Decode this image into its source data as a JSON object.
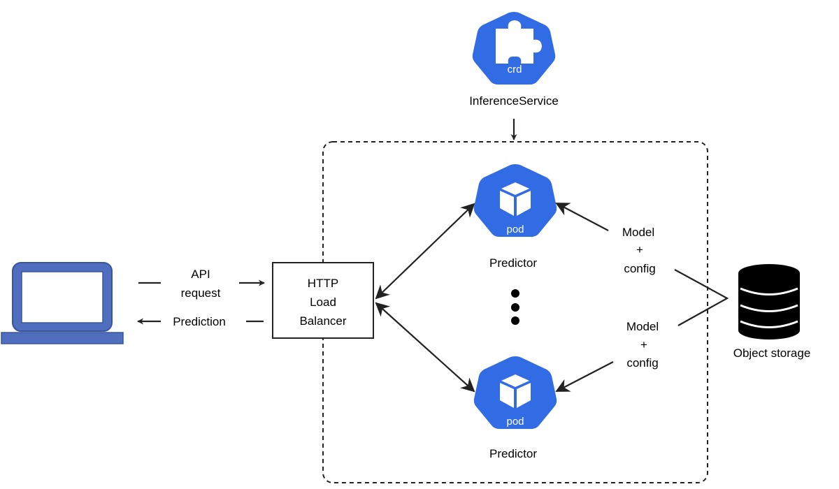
{
  "crd": {
    "icon_text": "crd",
    "label": "InferenceService"
  },
  "client": {
    "request_label_line1": "API",
    "request_label_line2": "request",
    "response_label": "Prediction"
  },
  "load_balancer": {
    "line1": "HTTP",
    "line2": "Load",
    "line3": "Balancer"
  },
  "predictors": [
    {
      "icon_text": "pod",
      "label": "Predictor"
    },
    {
      "icon_text": "pod",
      "label": "Predictor"
    }
  ],
  "model_config": [
    {
      "line1": "Model",
      "line2": "+",
      "line3": "config"
    },
    {
      "line1": "Model",
      "line2": "+",
      "line3": "config"
    }
  ],
  "storage": {
    "label": "Object storage"
  },
  "colors": {
    "k8s_blue": "#326CE5",
    "laptop_blue": "#4F6EBD",
    "laptop_border": "#3A55A0",
    "stroke": "#222222"
  }
}
